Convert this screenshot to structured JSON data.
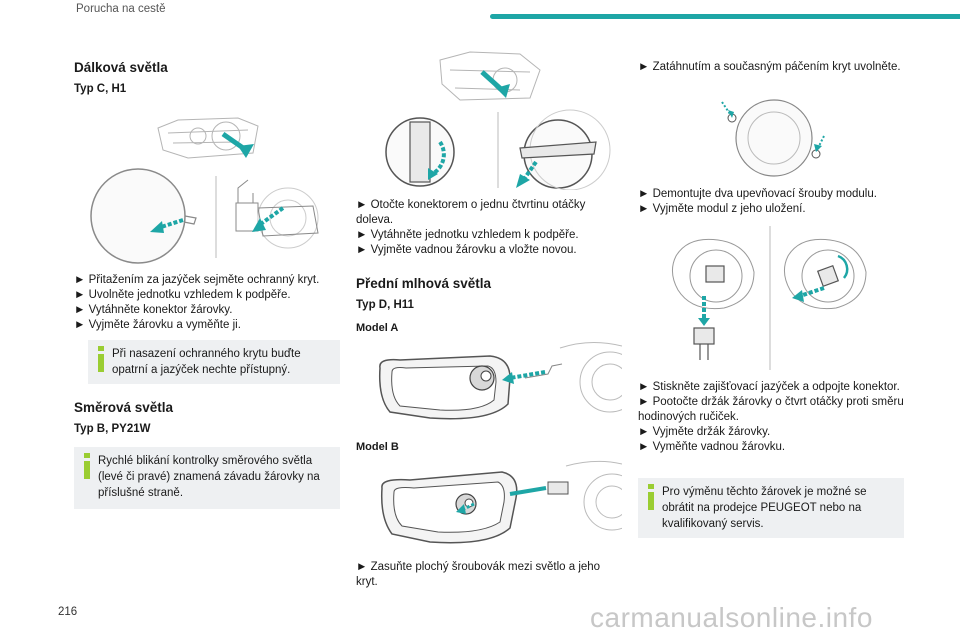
{
  "header": {
    "section_title": "Porucha na cestě"
  },
  "page_number": "216",
  "watermark": "carmanualsonline.info",
  "col1": {
    "heading": "Dálková světla",
    "type": "Typ C, H1",
    "steps": [
      "► Přitažením za jazýček sejměte ochranný kryt.",
      "► Uvolněte jednotku vzhledem k podpěře.",
      "► Vytáhněte konektor žárovky.",
      "► Vyjměte žárovku a vyměňte ji."
    ],
    "info": "Při nasazení ochranného krytu buďte opatrní a jazýček nechte přístupný.",
    "heading2": "Směrová světla",
    "type2": "Typ B, PY21W",
    "info2": "Rychlé blikání kontrolky směrového světla (levé či pravé) znamená závadu žárovky na příslušné straně."
  },
  "col2": {
    "steps": [
      "► Otočte konektorem o jednu čtvrtinu otáčky doleva.",
      "► Vytáhněte jednotku vzhledem k podpěře.",
      "► Vyjměte vadnou žárovku a vložte novou."
    ],
    "heading": "Přední mlhová světla",
    "type": "Typ D, H11",
    "model_a": "Model A",
    "model_b": "Model B",
    "step_b": "► Zasuňte plochý šroubovák mezi světlo a jeho kryt."
  },
  "col3": {
    "step1": "► Zatáhnutím a současným páčením kryt uvolněte.",
    "steps2": [
      "► Demontujte dva upevňovací šrouby modulu.",
      "► Vyjměte modul z jeho uložení."
    ],
    "steps3": [
      "► Stiskněte zajišťovací jazýček a odpojte konektor.",
      "► Pootočte držák žárovky o čtvrt otáčky proti směru hodinových ručiček.",
      "► Vyjměte držák žárovky.",
      "► Vyměňte vadnou žárovku."
    ],
    "info": "Pro výměnu těchto žárovek je možné se obrátit na prodejce PEUGEOT nebo na kvalifikovaný servis."
  },
  "colors": {
    "accent": "#1ea6a6",
    "info_bg": "#eef0f2",
    "info_icon": "#9acd32"
  }
}
